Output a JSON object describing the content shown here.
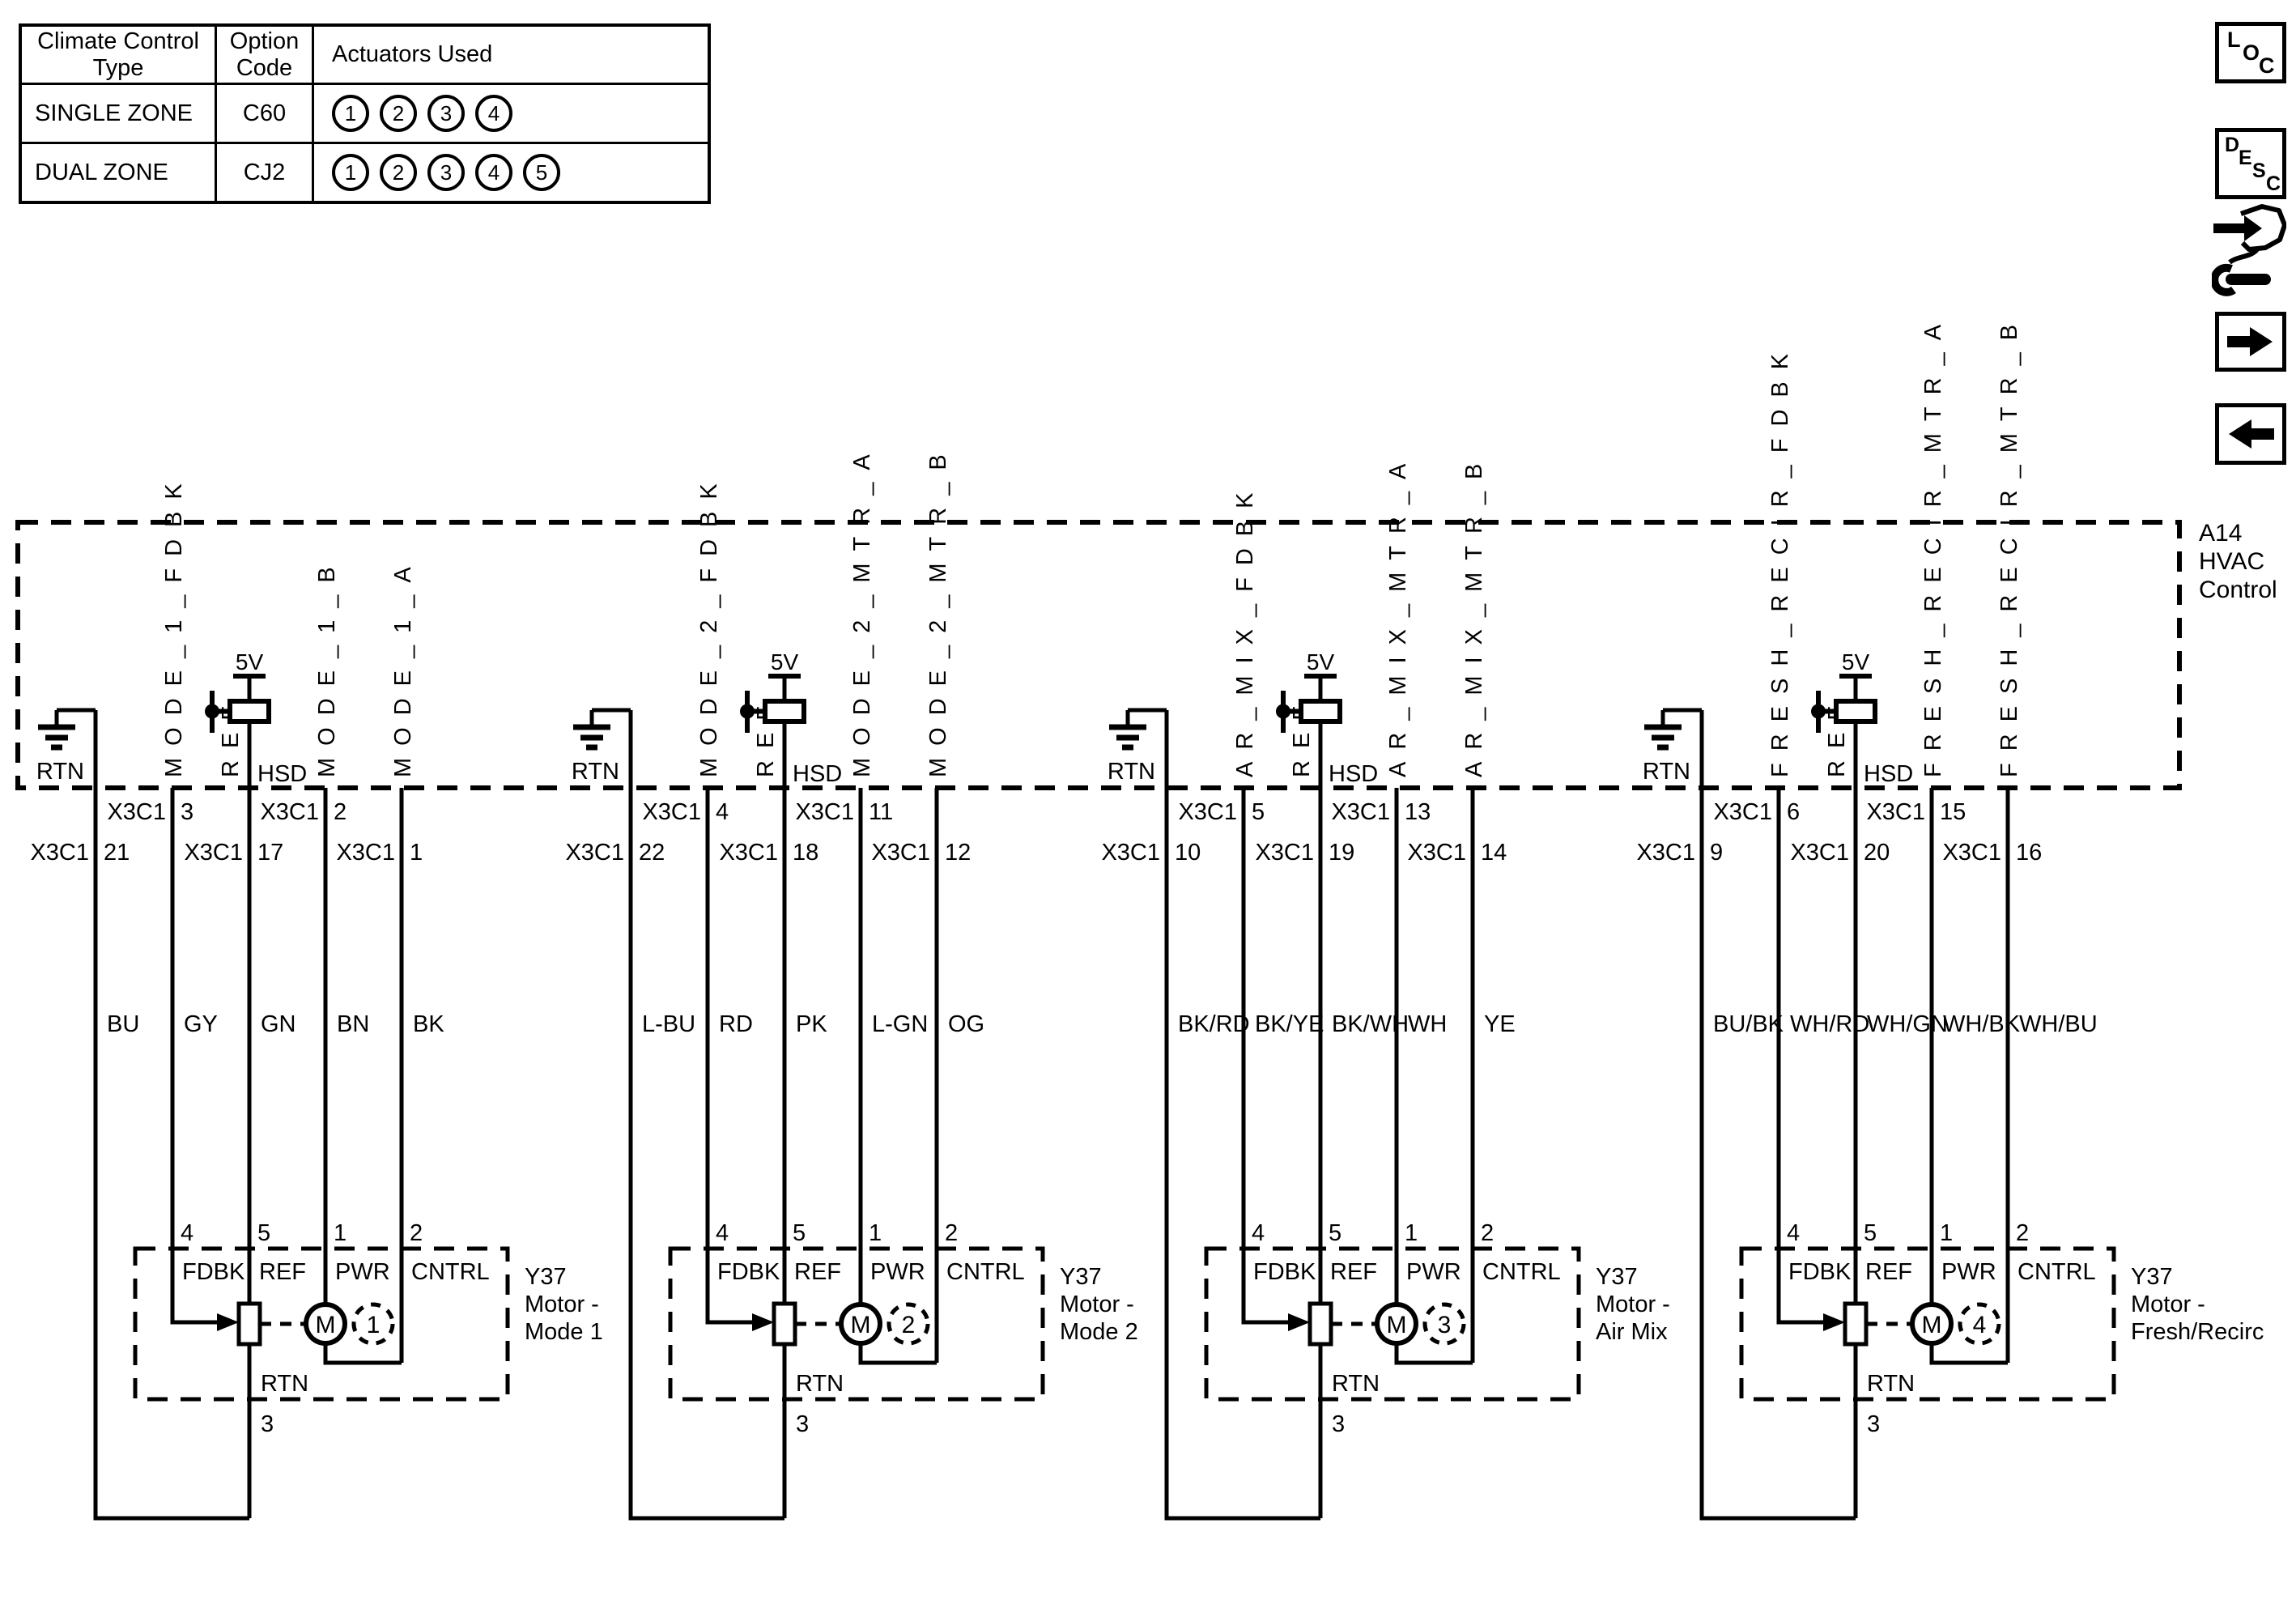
{
  "legend_table": {
    "col1_header": [
      "Climate Control",
      "Type"
    ],
    "col2_header": [
      "Option",
      "Code"
    ],
    "col3_header": "Actuators Used",
    "rows": [
      {
        "type": "SINGLE ZONE",
        "code": "C60",
        "actuators": [
          "1",
          "2",
          "3",
          "4"
        ]
      },
      {
        "type": "DUAL ZONE",
        "code": "CJ2",
        "actuators": [
          "1",
          "2",
          "3",
          "4",
          "5"
        ]
      }
    ]
  },
  "nav": {
    "loc_letters": [
      "L",
      "O",
      "C"
    ],
    "desc_letters": [
      "D",
      "E",
      "S",
      "C"
    ]
  },
  "module": {
    "label_lines": [
      "A14",
      "HVAC",
      "Control"
    ]
  },
  "shared": {
    "connector": "X3C1",
    "supply": "5V",
    "hsd": "HSD",
    "ref": "REF",
    "rtn": "RTN",
    "motor_m": "M",
    "terminals": [
      "FDBK",
      "REF",
      "PWR",
      "CNTRL"
    ],
    "terminal_pins": [
      "4",
      "5",
      "1",
      "2"
    ],
    "rtn_terminal": "RTN",
    "rtn_terminal_pin": "3"
  },
  "groups": [
    {
      "name": "mode-1",
      "rtn": {
        "pin": "21",
        "row": 2,
        "color": "BU"
      },
      "wires": [
        {
          "signal": "MODE_1_FDBK",
          "pin": "3",
          "row": 1,
          "color": "GY"
        },
        {
          "signal": "REF",
          "pin": "17",
          "row": 2,
          "color": "GN"
        },
        {
          "signal": "MODE_1_B",
          "pin": "2",
          "row": 1,
          "color": "BN"
        },
        {
          "signal": "MODE_1_A",
          "pin": "1",
          "row": 2,
          "color": "BK"
        }
      ],
      "motor": {
        "label_lines": [
          "Y37",
          "Motor -",
          "Mode 1"
        ],
        "number": "1"
      }
    },
    {
      "name": "mode-2",
      "rtn": {
        "pin": "22",
        "row": 2,
        "color": "L-BU"
      },
      "wires": [
        {
          "signal": "MODE_2_FDBK",
          "pin": "4",
          "row": 1,
          "color": "RD"
        },
        {
          "signal": "REF",
          "pin": "18",
          "row": 2,
          "color": "PK"
        },
        {
          "signal": "MODE_2_MTR_A",
          "pin": "11",
          "row": 1,
          "color": "L-GN"
        },
        {
          "signal": "MODE_2_MTR_B",
          "pin": "12",
          "row": 2,
          "color": "OG"
        }
      ],
      "motor": {
        "label_lines": [
          "Y37",
          "Motor -",
          "Mode 2"
        ],
        "number": "2"
      }
    },
    {
      "name": "air-mix",
      "rtn": {
        "pin": "10",
        "row": 2,
        "color": "BK/RD"
      },
      "wires": [
        {
          "signal": "AR_MIX_FDBK",
          "pin": "5",
          "row": 1,
          "color": "BK/YE"
        },
        {
          "signal": "REF",
          "pin": "19",
          "row": 2,
          "color": "BK/WH"
        },
        {
          "signal": "AR_MIX_MTR_A",
          "pin": "13",
          "row": 1,
          "color": "WH"
        },
        {
          "signal": "AR_MIX_MTR_B",
          "pin": "14",
          "row": 2,
          "color": "YE"
        }
      ],
      "motor": {
        "label_lines": [
          "Y37",
          "Motor -",
          "Air Mix"
        ],
        "number": "3"
      }
    },
    {
      "name": "fresh-recirc",
      "rtn": {
        "pin": "9",
        "row": 2,
        "color": "BU/BK"
      },
      "wires": [
        {
          "signal": "FRESH_RECIR_FDBK",
          "pin": "6",
          "row": 1,
          "color": "WH/RD"
        },
        {
          "signal": "REF",
          "pin": "20",
          "row": 2,
          "color": "WH/GN"
        },
        {
          "signal": "FRESH_RECIR_MTR_A",
          "pin": "15",
          "row": 1,
          "color": "WH/BK"
        },
        {
          "signal": "FRESH_RECIR_MTR_B",
          "pin": "16",
          "row": 2,
          "color": "WH/BU"
        }
      ],
      "motor": {
        "label_lines": [
          "Y37",
          "Motor -",
          "Fresh/Recirc"
        ],
        "number": "4"
      }
    }
  ],
  "colors": {
    "line": "#000000",
    "background": "#ffffff"
  }
}
